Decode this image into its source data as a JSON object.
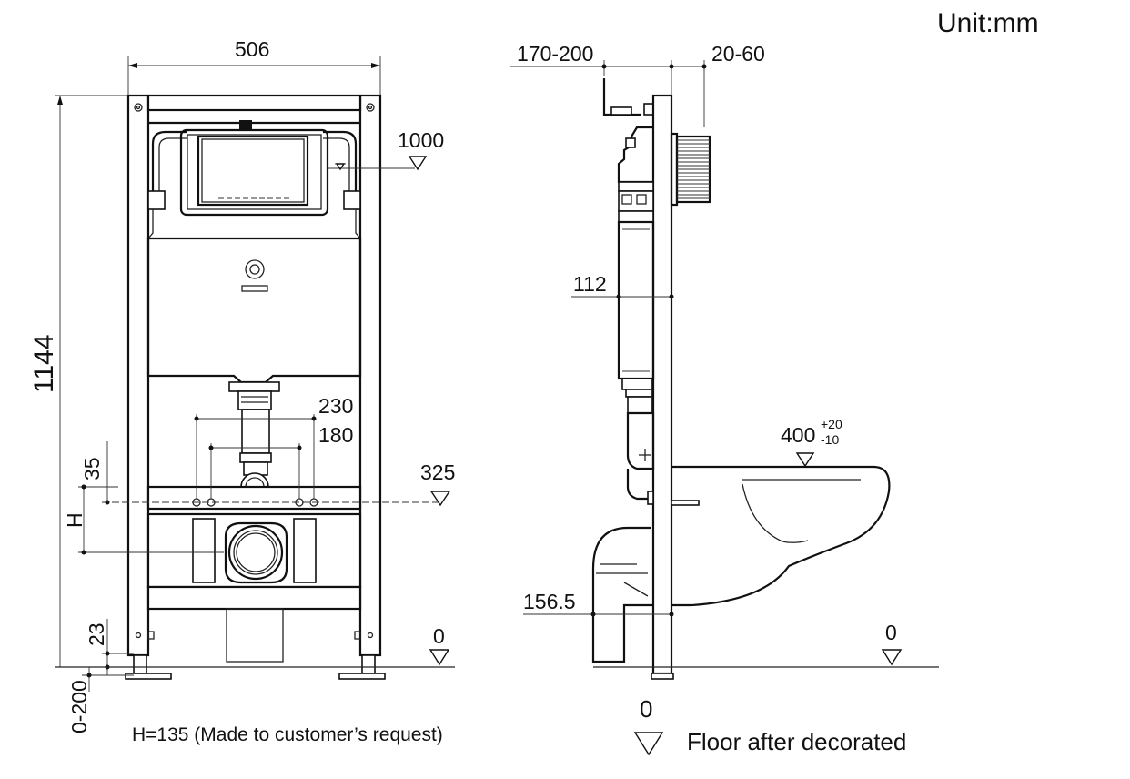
{
  "unit_label": "Unit:mm",
  "front_view": {
    "width": "506",
    "height": "1144",
    "flush_plate_height": "1000",
    "outer_bolt_spacing": "230",
    "inner_bolt_spacing": "180",
    "h_offset": "35",
    "bolt_level": "325",
    "h_label": "H",
    "frame_base": "23",
    "leg_adjust": "0-200",
    "floor_level": "0"
  },
  "side_view": {
    "depth_range": "170-200",
    "wall_range": "20-60",
    "tank_depth": "112",
    "bowl_height": "400",
    "bowl_tol_plus": "+20",
    "bowl_tol_minus": "-10",
    "outlet_depth": "156.5",
    "floor_level": "0"
  },
  "notes": {
    "h_note": "H=135  (Made to customer’s request)",
    "legend_value": "0",
    "legend_text": "Floor after decorated"
  }
}
